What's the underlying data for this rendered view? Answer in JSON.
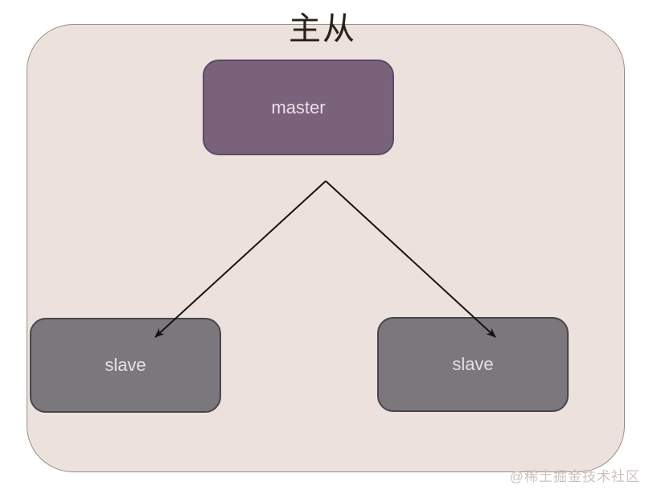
{
  "diagram": {
    "title": "主从",
    "nodes": [
      {
        "id": "master",
        "label": "master"
      },
      {
        "id": "slave_left",
        "label": "slave"
      },
      {
        "id": "slave_right",
        "label": "slave"
      }
    ],
    "edges": [
      {
        "from": "master",
        "to": "slave_left",
        "style": "arrow"
      },
      {
        "from": "master",
        "to": "slave_right",
        "style": "arrow"
      }
    ]
  },
  "watermark": "@稀土掘金技术社区",
  "colors": {
    "page-bg": "#ffffff",
    "frame-bg": "#ece1dc",
    "frame-border": "#9c8e89",
    "master-bg": "#7a627b",
    "master-border": "#5b4a66",
    "master-text": "#ecdfe9",
    "slave-bg": "#7a787c",
    "slave-border": "#494649",
    "slave-text": "#e3e1e4",
    "edge": "#1a110d",
    "title-text": "#2b211c",
    "watermark-text": "#ccc3bd"
  }
}
